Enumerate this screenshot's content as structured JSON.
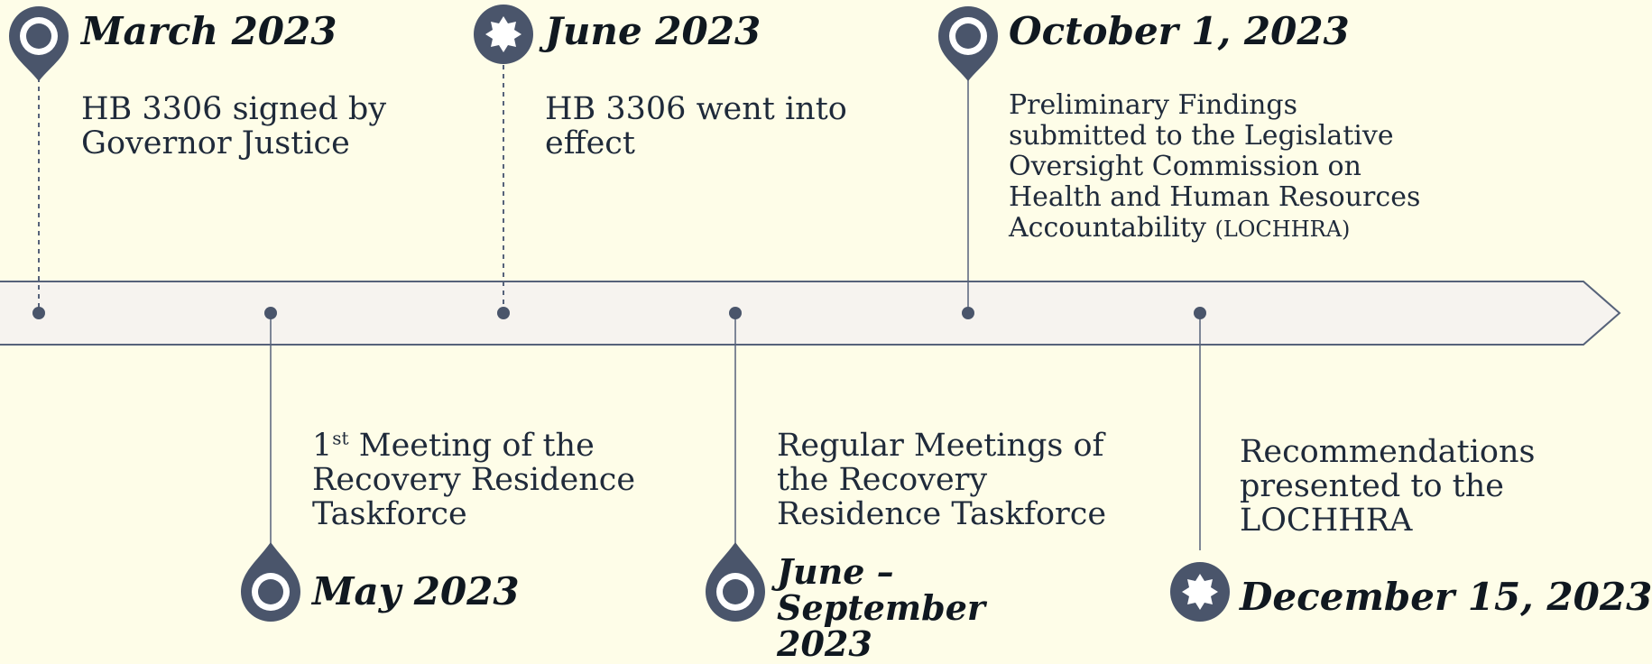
{
  "colors": {
    "background": "#fefde8",
    "arrow_fill": "#f6f3ef",
    "arrow_stroke": "#56627a",
    "marker": "#4a556b",
    "text": "#1f2a3a"
  },
  "events": [
    {
      "date": "March 2023",
      "description": "HB 3306 signed by Governor Justice",
      "marker_icon": "map-pin-icon"
    },
    {
      "date": "May 2023",
      "description_sup": "st",
      "description_lead": "1",
      "description": "Meeting of the Recovery Residence Taskforce",
      "marker_icon": "map-pin-icon"
    },
    {
      "date": "June 2023",
      "description": "HB 3306 went into effect",
      "marker_icon": "starburst-badge-icon"
    },
    {
      "date": "June – September 2023",
      "description": "Regular Meetings of the Recovery Residence Taskforce",
      "marker_icon": "map-pin-icon"
    },
    {
      "date": "October 1, 2023",
      "description": "Preliminary Findings submitted to the Legislative Oversight Commission on Health and Human Resources Accountability",
      "description_abbr": "(LOCHHRA)",
      "marker_icon": "map-pin-icon"
    },
    {
      "date": "December 15, 2023",
      "description": "Recommendations presented to the LOCHHRA",
      "marker_icon": "starburst-badge-icon"
    }
  ]
}
